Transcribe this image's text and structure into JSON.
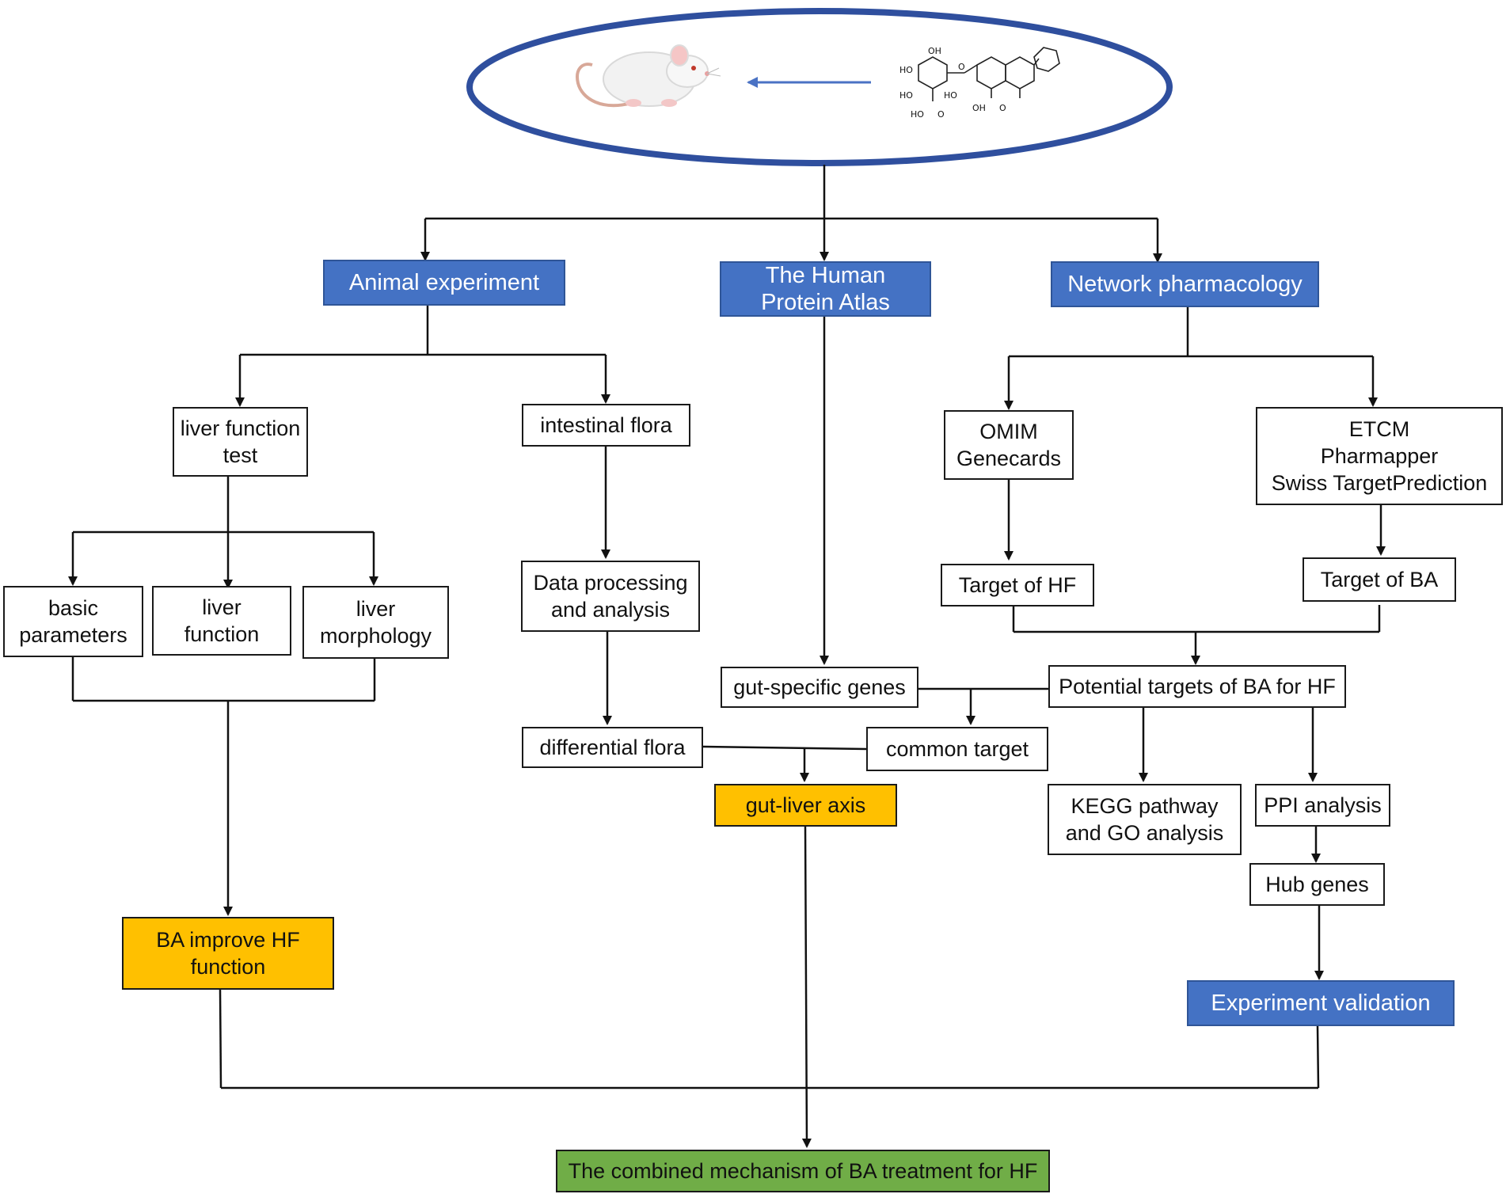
{
  "nodes": {
    "animal": "Animal experiment",
    "hpa": "The Human\nProtein Atlas",
    "network": "Network pharmacology",
    "liver_test": "liver function\ntest",
    "flora": "intestinal flora",
    "omim": "OMIM\nGenecards",
    "etcm": "ETCM\nPharmapper\nSwiss TargetPrediction",
    "basic": "basic\nparameters",
    "liver_func": "liver\nfunction",
    "liver_morph": "liver\nmorphology",
    "data_proc": "Data processing\nand analysis",
    "target_hf": "Target of HF",
    "target_ba": "Target of BA",
    "gut_genes": "gut-specific genes",
    "potential": "Potential targets of BA for HF",
    "diff_flora": "differential flora",
    "common": "common target",
    "gut_liver": "gut-liver axis",
    "kegg": "KEGG pathway\nand GO analysis",
    "ppi": "PPI analysis",
    "hub": "Hub genes",
    "ba_improve": "BA improve HF\nfunction",
    "validation": "Experiment validation",
    "combined": "The combined mechanism of BA treatment for HF"
  },
  "molecule_labels": [
    "HO",
    "OH",
    "HO",
    "HO",
    "HO",
    "OH",
    "O",
    "O",
    "O"
  ],
  "colors": {
    "blue": "#4472c4",
    "gold": "#ffc000",
    "green": "#70ad47",
    "ellipse": "#2f4f9e",
    "arrow_blue": "#4a72c4"
  }
}
